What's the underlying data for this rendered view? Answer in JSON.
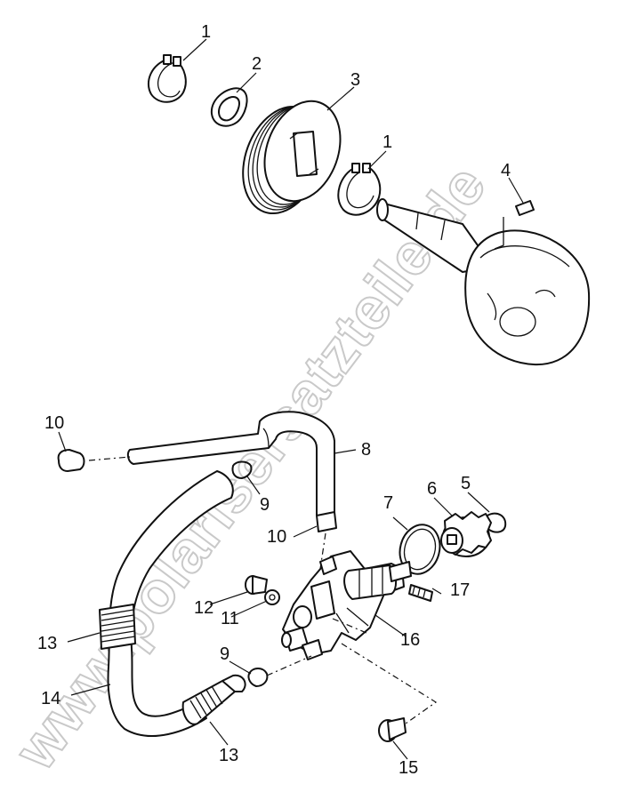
{
  "watermark": "www.polarisersatzteile.de",
  "callouts": {
    "c1a": "1",
    "c2": "2",
    "c3": "3",
    "c1b": "1",
    "c4": "4",
    "c10a": "10",
    "c8": "8",
    "c9a": "9",
    "c7": "7",
    "c6": "6",
    "c5": "5",
    "c10b": "10",
    "c17": "17",
    "c12": "12",
    "c11": "11",
    "c13a": "13",
    "c16": "16",
    "c9b": "9",
    "c14": "14",
    "c13b": "13",
    "c15": "15"
  }
}
